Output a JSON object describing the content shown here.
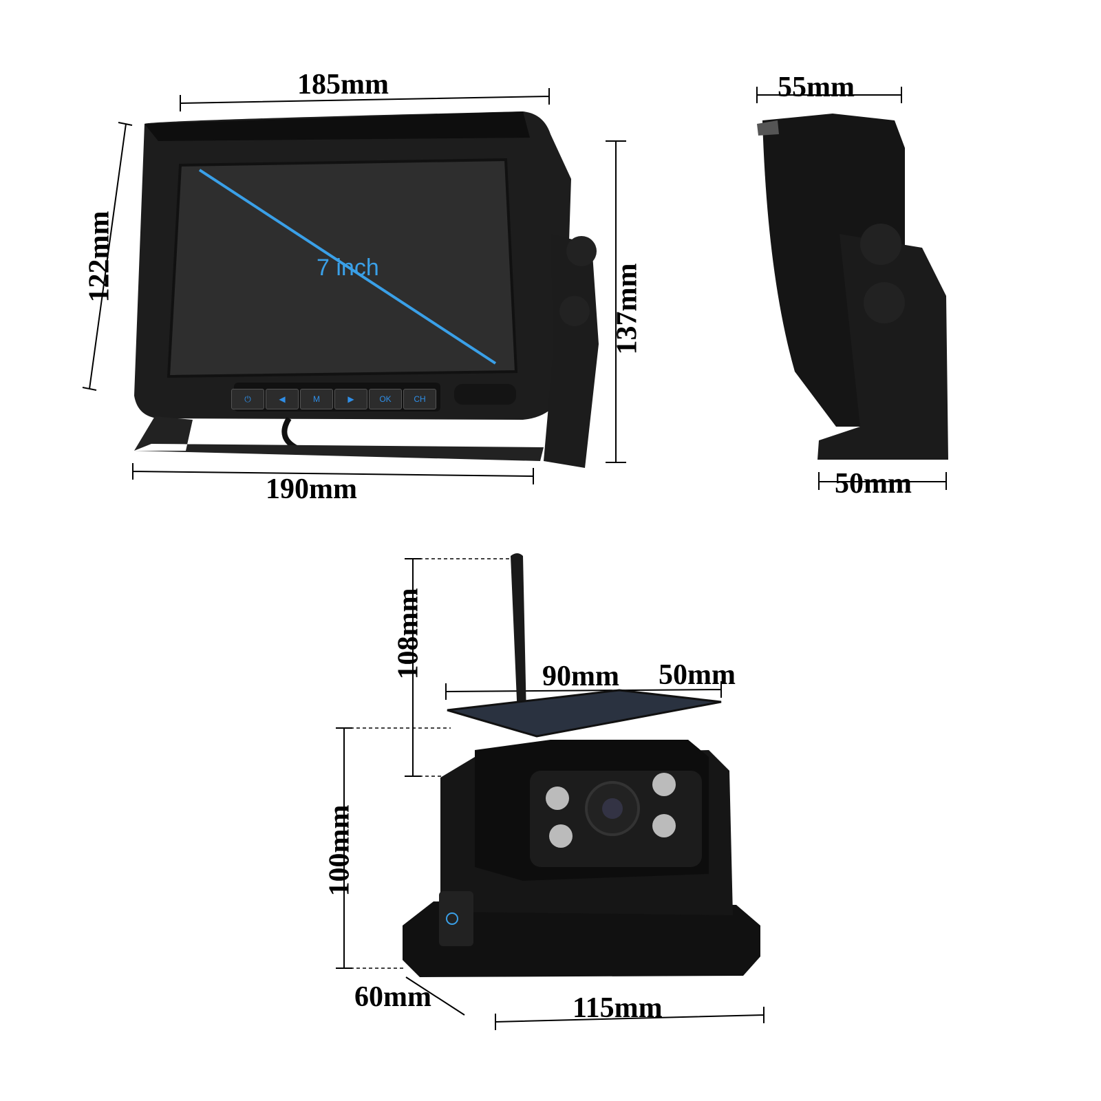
{
  "monitor": {
    "screen_label": "7 inch",
    "buttons": [
      {
        "name": "power",
        "label": "⏻"
      },
      {
        "name": "left",
        "label": "◀"
      },
      {
        "name": "menu",
        "label": "M"
      },
      {
        "name": "right",
        "label": "▶"
      },
      {
        "name": "ok",
        "label": "OK"
      },
      {
        "name": "channel",
        "label": "CH"
      }
    ],
    "dims": {
      "top_width": "185mm",
      "height": "122mm",
      "total_height": "137mm",
      "base_width": "190mm"
    }
  },
  "side_view": {
    "dims": {
      "depth_top": "55mm",
      "depth_base": "50mm"
    }
  },
  "camera": {
    "dims": {
      "antenna_height": "108mm",
      "panel_width": "90mm",
      "panel_depth": "50mm",
      "body_height": "100mm",
      "base_depth": "60mm",
      "base_width": "115mm"
    }
  },
  "colors": {
    "accent": "#3aa0e8",
    "body": "#1a1a1a"
  }
}
